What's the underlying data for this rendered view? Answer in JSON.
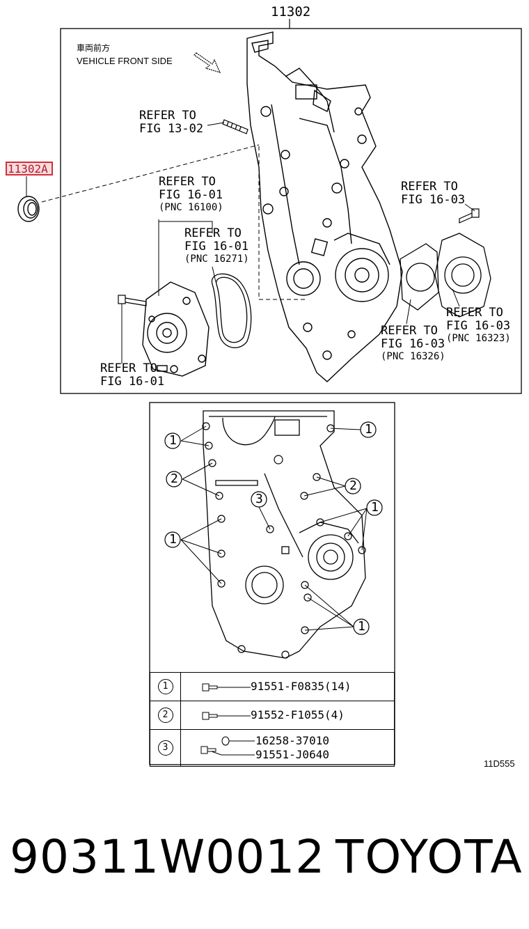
{
  "main_part_number": "11302",
  "highlighted_part": "11302A",
  "direction": {
    "jp": "車両前方",
    "en": "VEHICLE FRONT SIDE"
  },
  "refs": [
    {
      "id": "ref-13-02",
      "line1": "REFER TO",
      "line2": "FIG 13-02",
      "pnc": ""
    },
    {
      "id": "ref-16-01-pnc-16100",
      "line1": "REFER TO",
      "line2": "FIG 16-01",
      "pnc": "(PNC 16100)"
    },
    {
      "id": "ref-16-01-pnc-16271",
      "line1": "REFER TO",
      "line2": "FIG 16-01",
      "pnc": "(PNC 16271)"
    },
    {
      "id": "ref-16-03-bolt",
      "line1": "REFER TO",
      "line2": "FIG 16-03",
      "pnc": ""
    },
    {
      "id": "ref-16-03-pnc-16323",
      "line1": "REFER TO",
      "line2": "FIG 16-03",
      "pnc": "(PNC 16323)"
    },
    {
      "id": "ref-16-03-pnc-16326",
      "line1": "REFER TO",
      "line2": "FIG 16-03",
      "pnc": "(PNC 16326)"
    },
    {
      "id": "ref-16-01-bolt",
      "line1": "REFER TO",
      "line2": "FIG 16-01",
      "pnc": ""
    }
  ],
  "callouts": [
    "1",
    "2",
    "3"
  ],
  "legend": [
    {
      "num": "1",
      "parts": [
        "91551-F0835(14)"
      ]
    },
    {
      "num": "2",
      "parts": [
        "91552-F1055(4)"
      ]
    },
    {
      "num": "3",
      "parts": [
        "16258-37010",
        "91551-J0640"
      ]
    }
  ],
  "figure_code": "11D555",
  "footer": {
    "part_number": "90311W0012",
    "brand": "TOYOTA"
  }
}
